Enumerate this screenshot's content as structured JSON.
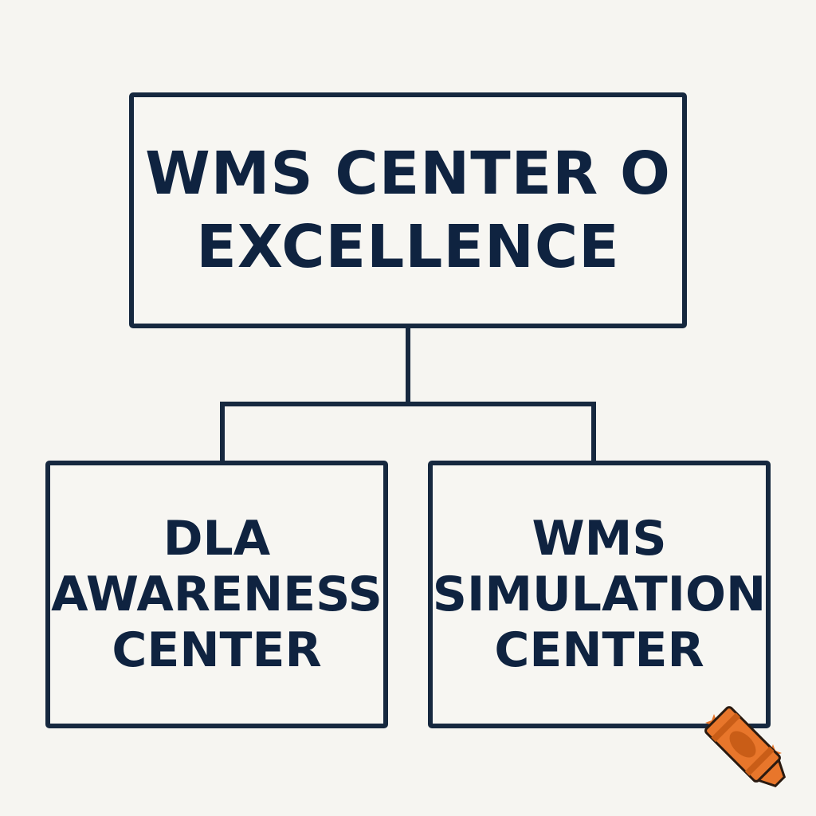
{
  "diagram": {
    "root": {
      "lines": [
        "WMS CENTER O",
        "EXCELLENCE"
      ]
    },
    "children": [
      {
        "lines": [
          "DLA",
          "AWARENESS",
          "CENTER"
        ]
      },
      {
        "lines": [
          "WMS",
          "SIMULATION",
          "CENTER"
        ]
      }
    ]
  },
  "colors": {
    "background": "#f6f5f1",
    "stroke": "#16283f",
    "text": "#0f2340",
    "crayon": "#e8762b"
  },
  "icons": {
    "corner_badge": "crayon-icon"
  }
}
